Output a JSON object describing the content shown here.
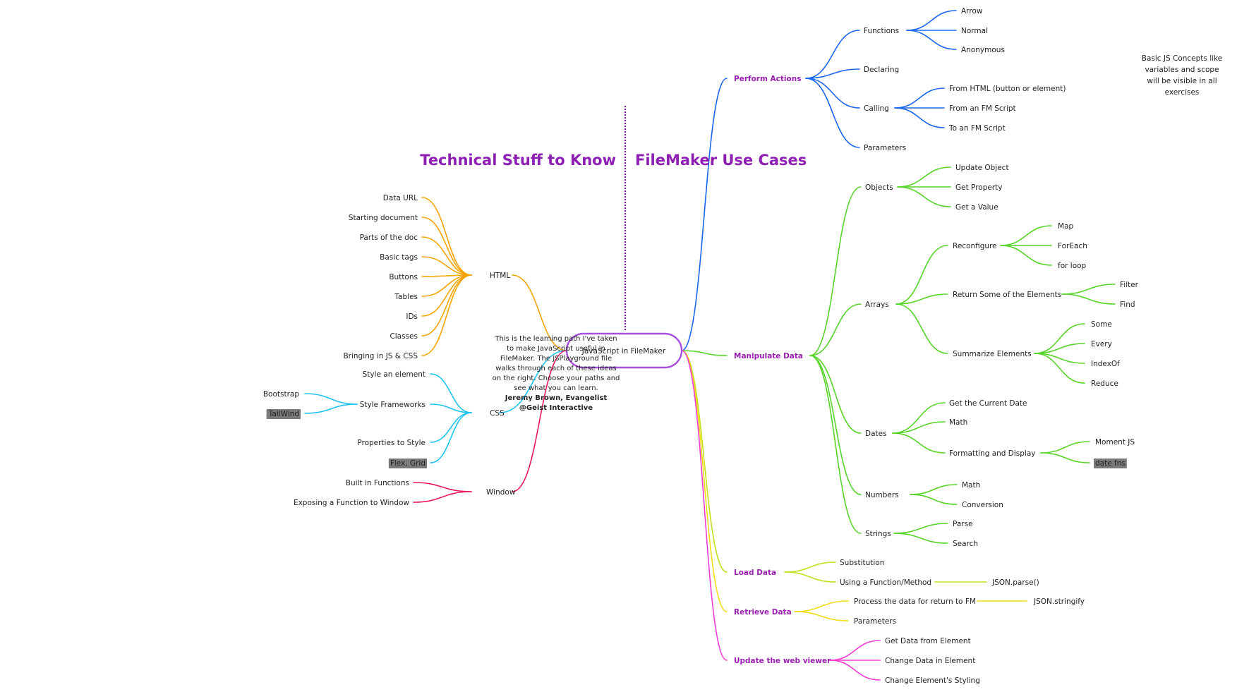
{
  "headings": {
    "left": "Technical Stuff to Know",
    "right": "FileMaker Use Cases"
  },
  "central": {
    "label": "JavaScript in FileMaker",
    "description": "This is the learning path I've taken to make JavaScript useful in FileMaker. The JSPlayground file walks through each of these ideas on the right. Choose your paths and see what you can learn.",
    "author": "Jeremy Brown, Evangelist @Geist Interactive"
  },
  "note": [
    "Basic JS Concepts like",
    "variables and scope",
    "will be visible in all",
    "exercises"
  ],
  "colors": {
    "html": "#f5a300",
    "css": "#1ec3f0",
    "window": "#e8195e",
    "perform_actions": "#1a66f0",
    "manipulate_data": "#57d42a",
    "load_data": "#c5e01c",
    "retrieve_data": "#f2dc1a",
    "update_web_viewer": "#f33dd6",
    "branch_label": "#9a1fb0",
    "central_border": "#a84fe0",
    "divider": "#7b1fa2",
    "highlight_bg": "#7a7a7a"
  },
  "left_branches": [
    {
      "label": "HTML",
      "children": [
        {
          "label": "Data URL"
        },
        {
          "label": "Starting document"
        },
        {
          "label": "Parts of the doc"
        },
        {
          "label": "Basic tags"
        },
        {
          "label": "Buttons"
        },
        {
          "label": "Tables"
        },
        {
          "label": "IDs"
        },
        {
          "label": "Classes"
        },
        {
          "label": "Bringing in JS & CSS"
        }
      ]
    },
    {
      "label": "CSS",
      "children": [
        {
          "label": "Style an element"
        },
        {
          "label": "Style Frameworks",
          "children": [
            {
              "label": "Bootstrap"
            },
            {
              "label": "TailWind",
              "highlight": true
            }
          ]
        },
        {
          "label": "Properties to Style"
        },
        {
          "label": "Flex, Grid",
          "highlight": true
        }
      ]
    },
    {
      "label": "Window",
      "children": [
        {
          "label": "Built in Functions"
        },
        {
          "label": "Exposing a Function to Window"
        }
      ]
    }
  ],
  "right_branches": [
    {
      "label": "Perform Actions",
      "children": [
        {
          "label": "Functions",
          "children": [
            {
              "label": "Arrow"
            },
            {
              "label": "Normal"
            },
            {
              "label": "Anonymous"
            }
          ]
        },
        {
          "label": "Declaring"
        },
        {
          "label": "Calling",
          "children": [
            {
              "label": "From HTML (button or element)"
            },
            {
              "label": "From an FM Script"
            },
            {
              "label": "To an FM Script"
            }
          ]
        },
        {
          "label": "Parameters"
        }
      ]
    },
    {
      "label": "Manipulate Data",
      "children": [
        {
          "label": "Objects",
          "children": [
            {
              "label": "Update Object"
            },
            {
              "label": "Get Property"
            },
            {
              "label": "Get a Value"
            }
          ]
        },
        {
          "label": "Arrays",
          "children": [
            {
              "label": "Reconfigure",
              "children": [
                {
                  "label": "Map"
                },
                {
                  "label": "ForEach"
                },
                {
                  "label": "for loop"
                }
              ]
            },
            {
              "label": "Return Some of the Elements",
              "children": [
                {
                  "label": "Filter"
                },
                {
                  "label": "Find"
                }
              ]
            },
            {
              "label": "Summarize Elements",
              "children": [
                {
                  "label": "Some"
                },
                {
                  "label": "Every"
                },
                {
                  "label": "IndexOf"
                },
                {
                  "label": "Reduce"
                }
              ]
            }
          ]
        },
        {
          "label": "Dates",
          "children": [
            {
              "label": "Get the Current Date"
            },
            {
              "label": "Math"
            },
            {
              "label": "Formatting and Display",
              "children": [
                {
                  "label": "Moment JS"
                },
                {
                  "label": "date fns",
                  "highlight": true
                }
              ]
            }
          ]
        },
        {
          "label": "Numbers",
          "children": [
            {
              "label": "Math"
            },
            {
              "label": "Conversion"
            }
          ]
        },
        {
          "label": "Strings",
          "children": [
            {
              "label": "Parse"
            },
            {
              "label": "Search"
            }
          ]
        }
      ]
    },
    {
      "label": "Load Data",
      "children": [
        {
          "label": "Substitution"
        },
        {
          "label": "Using a Function/Method",
          "children": [
            {
              "label": "JSON.parse()"
            }
          ]
        }
      ]
    },
    {
      "label": "Retrieve Data",
      "children": [
        {
          "label": "Process the data for return to FM",
          "children": [
            {
              "label": "JSON.stringify"
            }
          ]
        },
        {
          "label": "Parameters"
        }
      ]
    },
    {
      "label": "Update the web viewer",
      "children": [
        {
          "label": "Get Data from Element"
        },
        {
          "label": "Change Data in Element"
        },
        {
          "label": "Change Element's Styling"
        }
      ]
    }
  ]
}
